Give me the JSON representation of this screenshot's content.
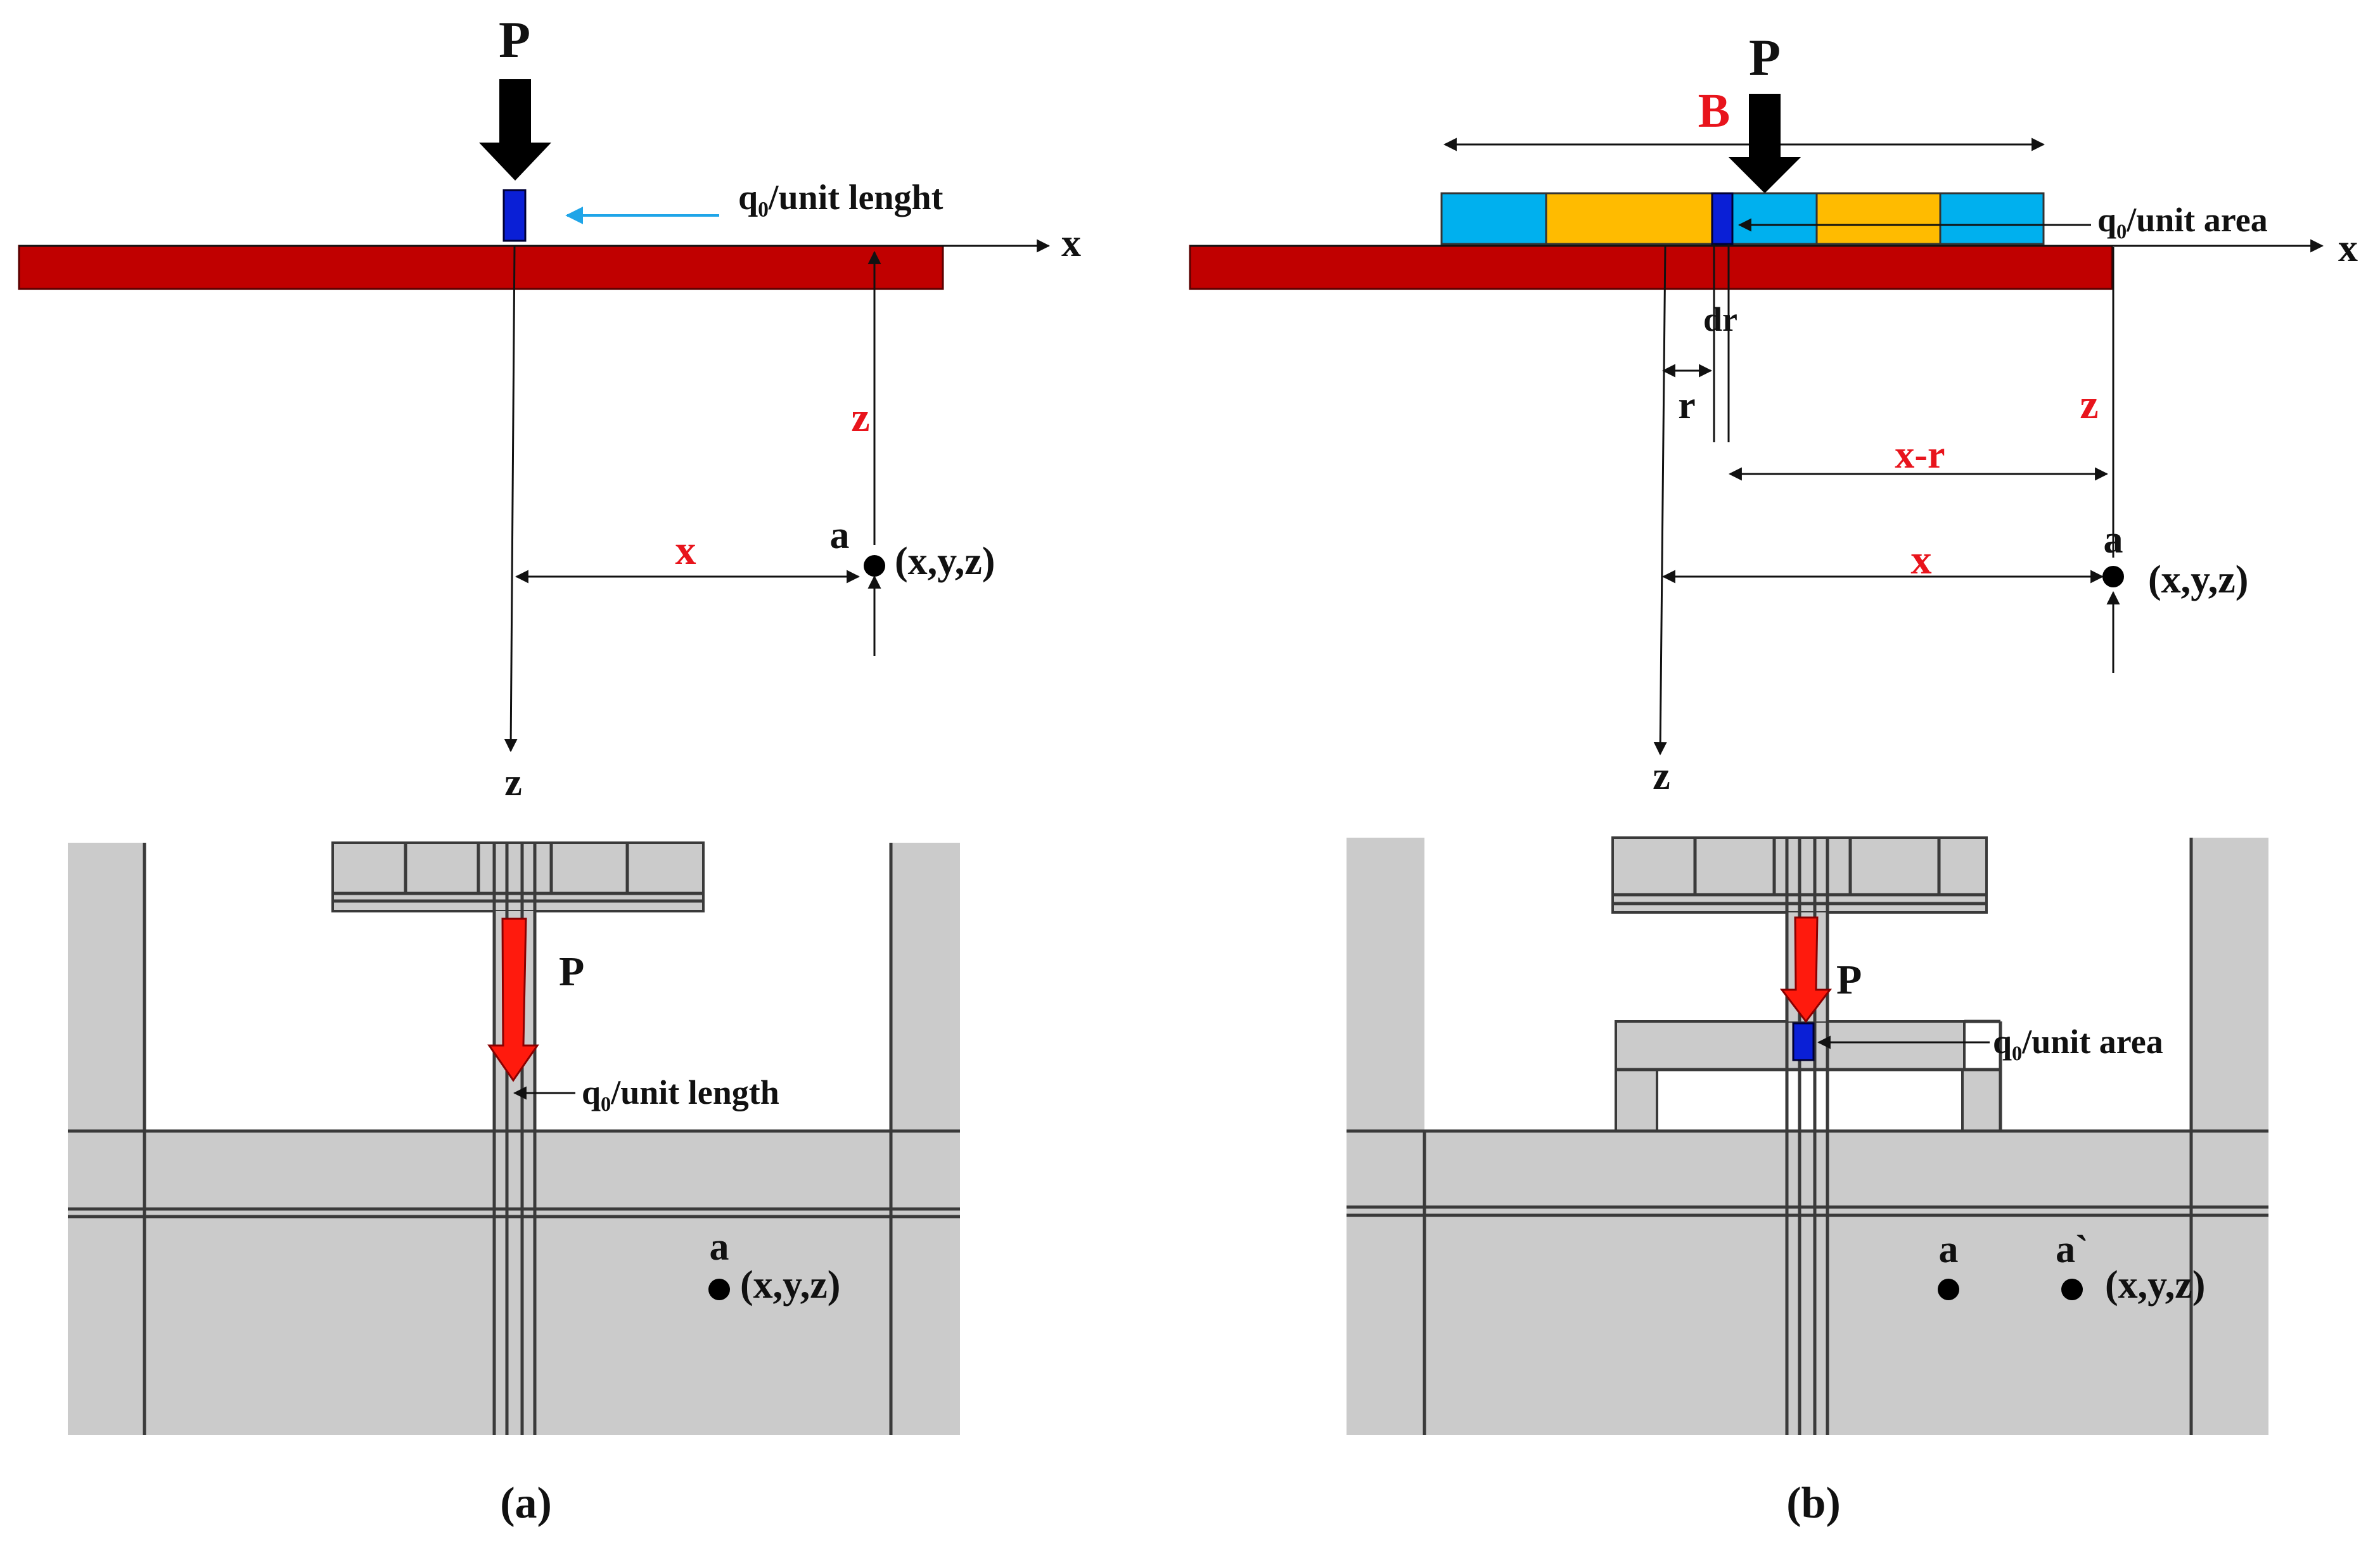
{
  "colors": {
    "beam": "#c00000",
    "blue_element": "#0a1fd6",
    "cyan_block": "#00b0ee",
    "yellow_block": "#ffbb00",
    "red_label": "#e8141c",
    "mesh_fill": "#cbcbcb",
    "light_blue_arrow": "#1fa5e8"
  },
  "panel_a": {
    "load_label": "P",
    "q_label": "q₀/unit lenght",
    "x_axis_label": "x",
    "z_axis_label": "z",
    "z_dim_label": "z",
    "x_dim_label": "x",
    "point_label": "a",
    "coord_label": "(x,y,z)",
    "mesh_load_label": "P",
    "mesh_q_label": "q₀/unit length",
    "mesh_point_label": "a",
    "mesh_coord_label": "(x,y,z)",
    "caption": "(a)"
  },
  "panel_b": {
    "load_label": "P",
    "width_label": "B",
    "q_label": "q₀/unit area",
    "x_axis_label": "x",
    "z_axis_label": "z",
    "dr_label": "dr",
    "r_label": "r",
    "xr_label": "x-r",
    "z_dim_label": "z",
    "x_dim_label": "x",
    "point_label": "a",
    "coord_label": "(x,y,z)",
    "mesh_load_label": "P",
    "mesh_q_label": "q₀/unit area",
    "mesh_point_a_label": "a",
    "mesh_point_a2_label": "a`",
    "mesh_coord_label": "(x,y,z)",
    "caption": "(b)"
  }
}
